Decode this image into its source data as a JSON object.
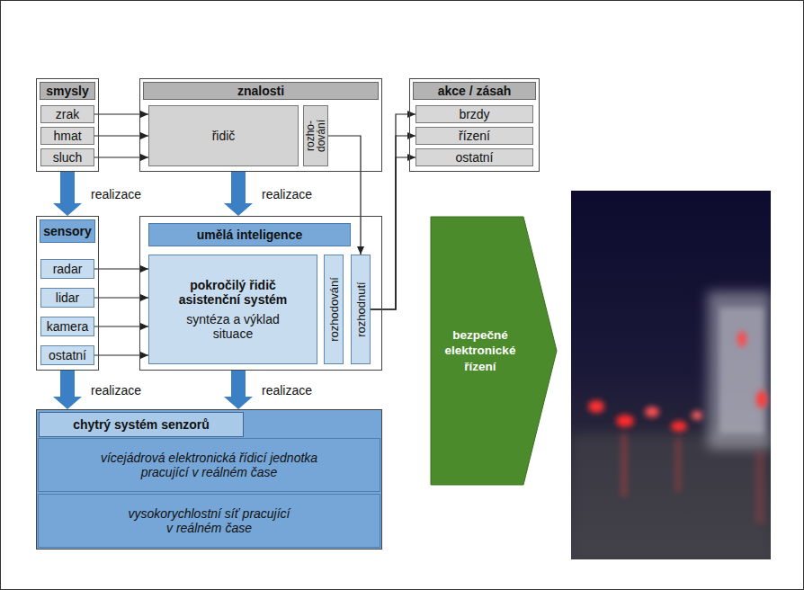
{
  "diagram": {
    "nodes": [
      {
        "text": [
          "smysly"
        ]
      },
      {
        "text": [
          "zrak"
        ],
        "in": 0
      },
      {
        "text": [
          "hmat"
        ],
        "in": 0
      },
      {
        "text": [
          "sluch"
        ],
        "in": 0
      },
      {
        "text": [
          "znalosti"
        ]
      },
      {
        "text": [
          "řidič"
        ],
        "in": 4
      },
      {
        "text": [
          "rozho- dování"
        ],
        "in": 4
      },
      {
        "text": [
          "akce / zásah"
        ]
      },
      {
        "text": [
          "brzdy"
        ],
        "in": 7
      },
      {
        "text": [
          "řízení"
        ],
        "in": 7
      },
      {
        "text": [
          "ostatní"
        ],
        "in": 7
      },
      {
        "text": [
          "sensory"
        ]
      },
      {
        "text": [
          "radar"
        ],
        "in": 11
      },
      {
        "text": [
          "lidar"
        ],
        "in": 11
      },
      {
        "text": [
          "kamera"
        ],
        "in": 11
      },
      {
        "text": [
          "ostatní"
        ],
        "in": 11
      },
      {
        "text": [
          "umělá inteligence"
        ]
      },
      {
        "text": [
          "pokročilý řidič asistenční systém",
          "syntéza a výklad situace"
        ],
        "in": 16
      },
      {
        "text": [
          "rozhodování"
        ],
        "in": 16
      },
      {
        "text": [
          "rozhodnutí"
        ],
        "in": 16
      },
      {
        "text": [
          "chytrý systém senzorů"
        ]
      },
      {
        "text": [
          "vícejádrová elektronická řídicí jednotka pracující v reálném čase"
        ],
        "in": 20
      },
      {
        "text": [
          "vysokorychlostní síť pracující v reálném čase"
        ],
        "in": 20
      },
      {
        "text": [
          "bezpečné elektronické řízení"
        ]
      }
    ],
    "edges": [
      {
        "from": 1,
        "to": 5,
        "arrow": "to"
      },
      {
        "from": 2,
        "to": 5,
        "arrow": "to"
      },
      {
        "from": 3,
        "to": 5,
        "arrow": "to"
      },
      {
        "from": 12,
        "to": 17,
        "arrow": "to"
      },
      {
        "from": 13,
        "to": 17,
        "arrow": "to"
      },
      {
        "from": 14,
        "to": 17,
        "arrow": "to"
      },
      {
        "from": 15,
        "to": 17,
        "arrow": "to"
      },
      {
        "from": 6,
        "to": 19,
        "arrow": "to"
      },
      {
        "from": 19,
        "to": 8,
        "arrow": "to"
      },
      {
        "from": 19,
        "to": 9,
        "arrow": "to"
      },
      {
        "from": 19,
        "to": 10,
        "arrow": "to"
      },
      {
        "from": 0,
        "to": 11,
        "label": "realizace",
        "arrow": "to"
      },
      {
        "from": 4,
        "to": 16,
        "label": "realizace",
        "arrow": "to"
      },
      {
        "from": 11,
        "to": 20,
        "label": "realizace",
        "arrow": "to"
      },
      {
        "from": 16,
        "to": 20,
        "label": "realizace",
        "arrow": "to"
      }
    ]
  }
}
